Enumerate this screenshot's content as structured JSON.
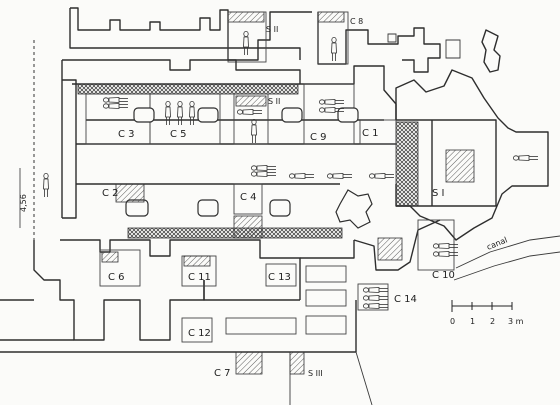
{
  "labels": {
    "c1": "C 1",
    "c2": "C 2",
    "c3": "C 3",
    "c4": "C 4",
    "c5": "C 5",
    "c6": "C 6",
    "c7": "C 7",
    "c8": "C 8",
    "c9": "C 9",
    "c10": "C 10",
    "c11": "C 11",
    "c12": "C 12",
    "c13": "C 13",
    "c14": "C 14",
    "s1": "S I",
    "s2a": "S II",
    "s2b": "S II",
    "s3": "S III",
    "dim": "4,56",
    "canal": "canal"
  },
  "scale_bar": {
    "ticks": [
      "0",
      "1",
      "2",
      "3 m"
    ]
  }
}
